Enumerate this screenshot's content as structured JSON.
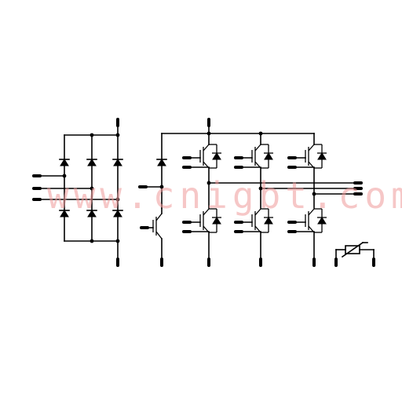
{
  "watermark": {
    "text": "www.cnigbt.com",
    "color": "#ef9a9a"
  },
  "diagram": {
    "wire_color": "#000000",
    "background": "#ffffff",
    "blocks": [
      {
        "id": "rectifier",
        "name": "rectifier-bridge",
        "diodes": 6,
        "ac_inputs": 3
      },
      {
        "id": "brake",
        "name": "brake-chopper",
        "igbts": 1,
        "diodes": 1
      },
      {
        "id": "inverter",
        "name": "three-phase-inverter",
        "igbts": 6,
        "phases": 3
      },
      {
        "id": "ntc",
        "name": "ntc-thermistor"
      }
    ]
  }
}
